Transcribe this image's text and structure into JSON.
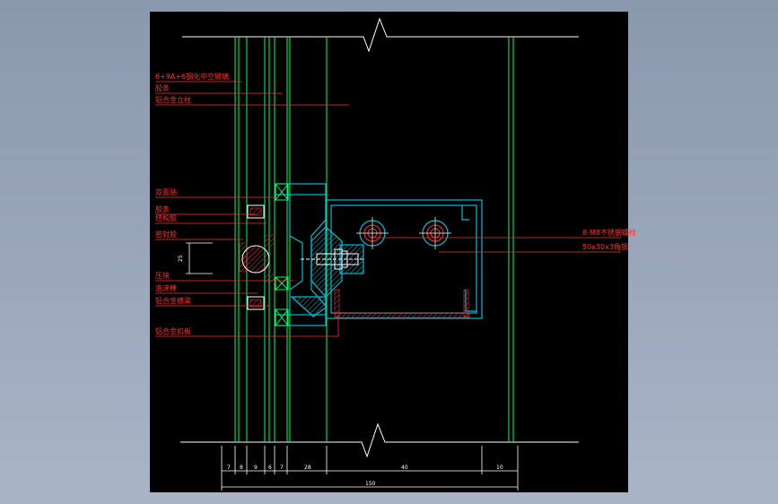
{
  "colors": {
    "background": "#000000",
    "glass_line": "#00ff66",
    "profile": "#00bcd4",
    "hatch": "#ff2d2d",
    "leader": "#ff3030",
    "break_line": "#ffffff",
    "bolt": "#ffffff"
  },
  "labels": {
    "left_top": [
      "6+9A+6钢化中空玻璃",
      "胶条",
      "铝合金立柱"
    ],
    "left_mid": [
      "双面贴",
      "胶条",
      "结构胶",
      "密封胶"
    ],
    "left_low": [
      "压块 ",
      "泡沫棒",
      "铝合金横梁"
    ],
    "left_bottom": "铝合金扣板",
    "right": [
      "8-M8不锈钢螺栓",
      "50x30x3角钢"
    ],
    "vertical_dim": "25"
  },
  "dimensions": {
    "segments": [
      "7",
      "8",
      "9",
      "6",
      "7",
      "28",
      "40",
      "10"
    ],
    "total": "150"
  }
}
